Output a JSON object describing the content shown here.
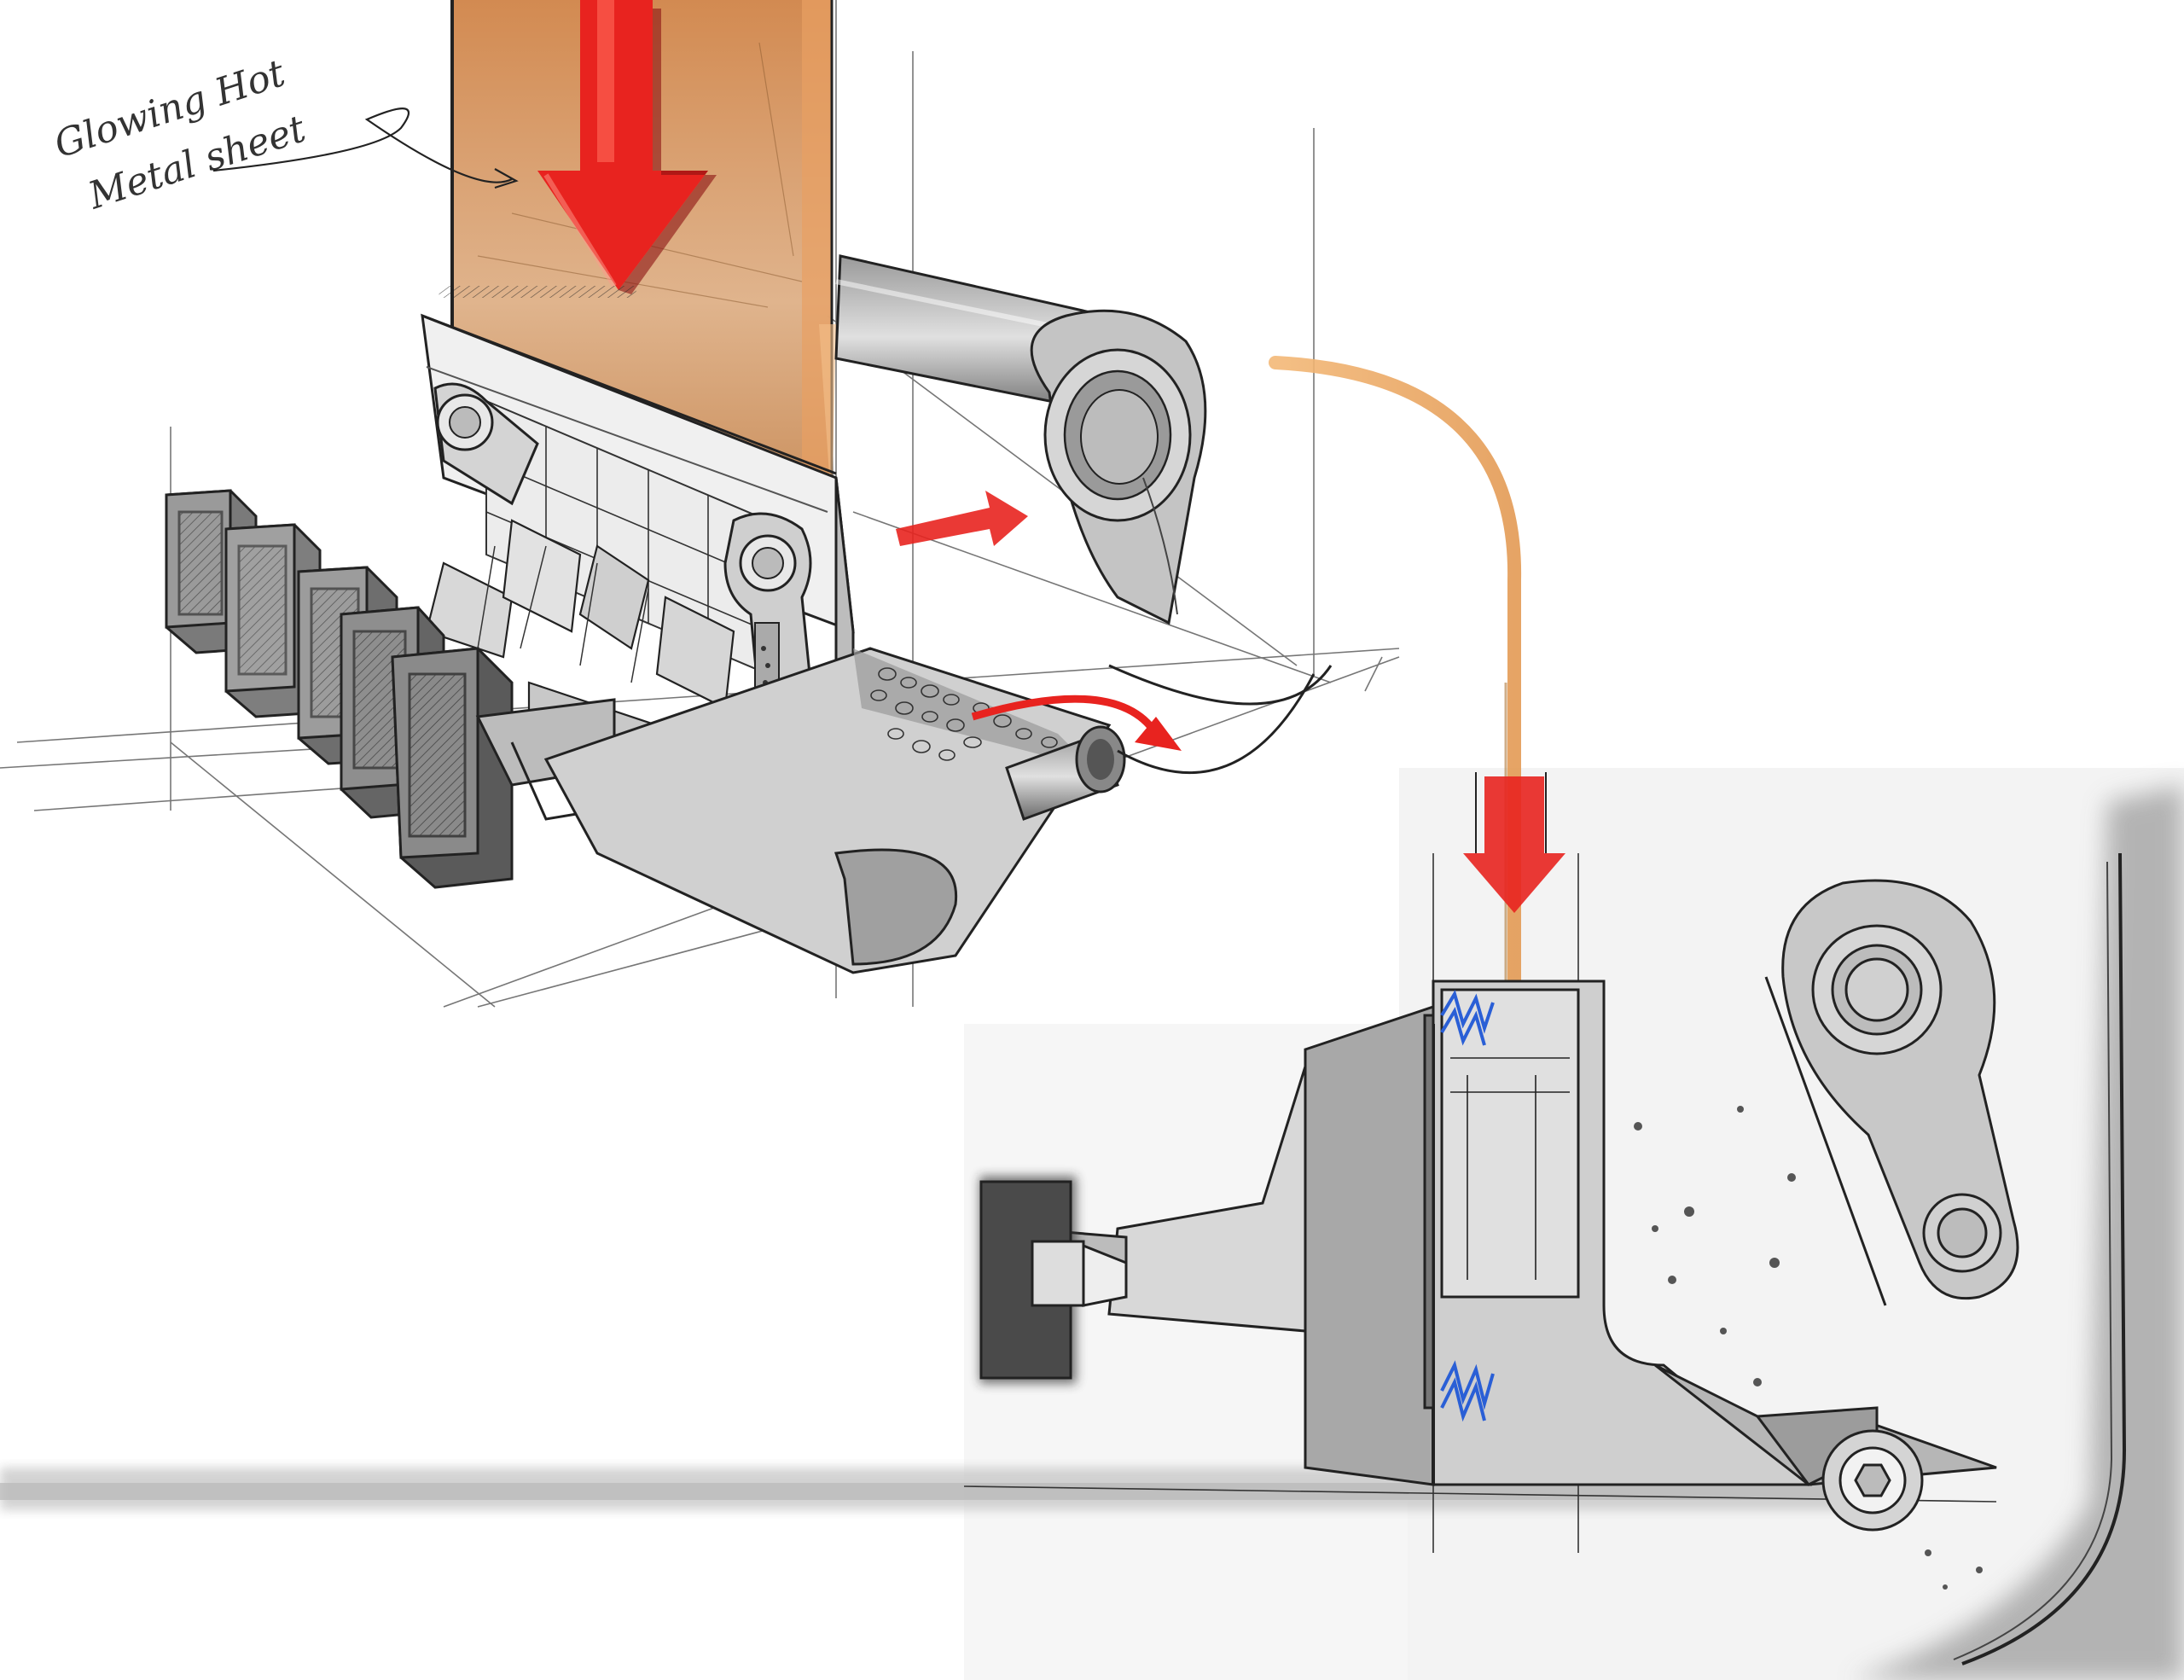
{
  "annotation": {
    "line1": "Glowing Hot",
    "line2": "Metal sheet"
  },
  "colors": {
    "hot_metal": "#d9925a",
    "hot_metal_light": "#f0b98a",
    "arrow_red": "#e8231f",
    "spring_blue": "#2a5fd6",
    "steel_dark": "#5a5a5a",
    "steel_mid": "#8c8c8c",
    "steel_light": "#c4c4c4",
    "ink": "#1a1a1a",
    "paper_grey": "#f2f2f2"
  },
  "icons": {
    "down_arrow_large": "down-arrow",
    "down_arrow_small": "down-arrow",
    "side_arrow": "right-arrow",
    "curved_arrow": "curved-arrow"
  }
}
